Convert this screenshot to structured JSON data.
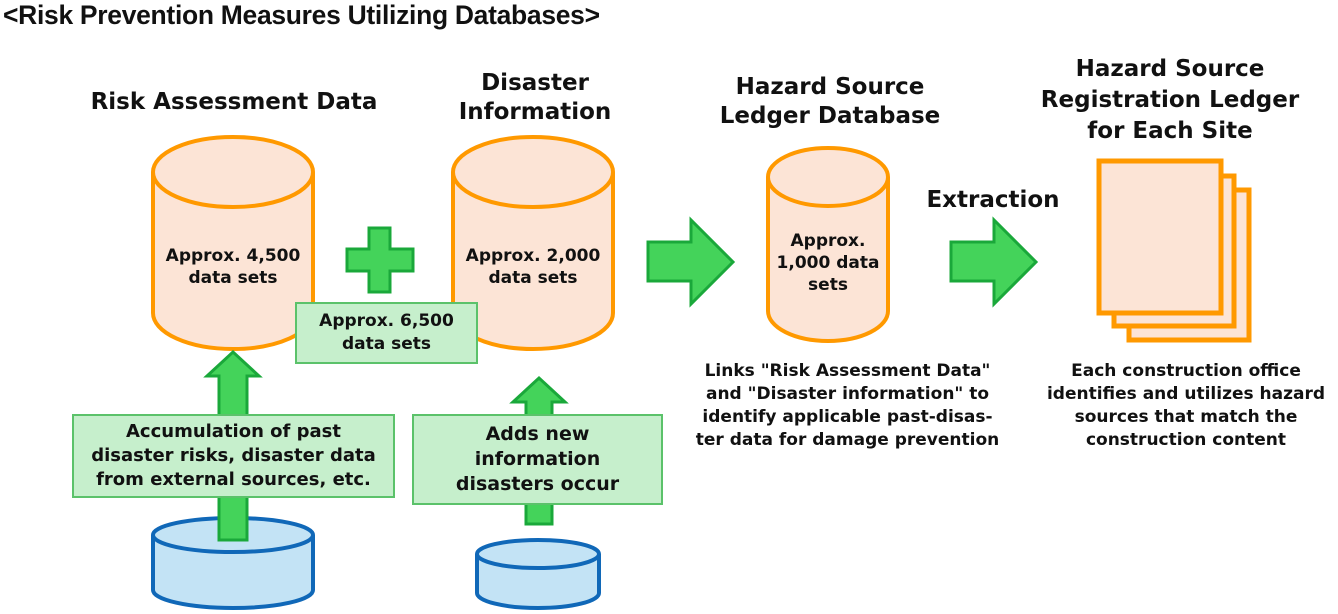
{
  "title": "<Risk Prevention Measures Utilizing Databases>",
  "colors": {
    "db_fill": "#fce4d6",
    "db_stroke": "#ff9900",
    "arrow_fill": "#44d35a",
    "arrow_stroke": "#1aa83a",
    "box_fill": "#c6efcc",
    "box_stroke": "#5bc26a",
    "source_fill": "#c3e3f5",
    "source_stroke": "#1068b8"
  },
  "databases": {
    "risk_assessment": {
      "heading": "Risk Assessment Data",
      "count_line1": "Approx. 4,500",
      "count_line2": "data sets"
    },
    "disaster_information": {
      "heading_line1": "Disaster",
      "heading_line2": "Information",
      "count_line1": "Approx. 2,000",
      "count_line2": "data sets"
    },
    "hazard_source_ledger": {
      "heading_line1": "Hazard Source",
      "heading_line2": "Ledger Database",
      "count_line1": "Approx.",
      "count_line2": "1,000 data",
      "count_line3": "sets",
      "caption_line1": "Links \"Risk Assessment Data\"",
      "caption_line2": "and \"Disaster information\" to",
      "caption_line3": "identify applicable past-disas-",
      "caption_line4": "ter data for damage prevention"
    },
    "site_ledger": {
      "heading_line1": "Hazard Source",
      "heading_line2": "Registration Ledger",
      "heading_line3": "for Each Site",
      "caption_line1": "Each construction office",
      "caption_line2": "identifies and utilizes hazard",
      "caption_line3": "sources that match the",
      "caption_line4": "construction content"
    }
  },
  "combined": {
    "line1": "Approx. 6,500",
    "line2": "data sets"
  },
  "extraction_label": "Extraction",
  "inputs": {
    "risk_source": {
      "line1": "Accumulation of past",
      "line2": "disaster risks, disaster data",
      "line3": "from external sources, etc."
    },
    "disaster_source": {
      "line1": "Adds new",
      "line2": "information",
      "line3": "disasters occur"
    }
  }
}
